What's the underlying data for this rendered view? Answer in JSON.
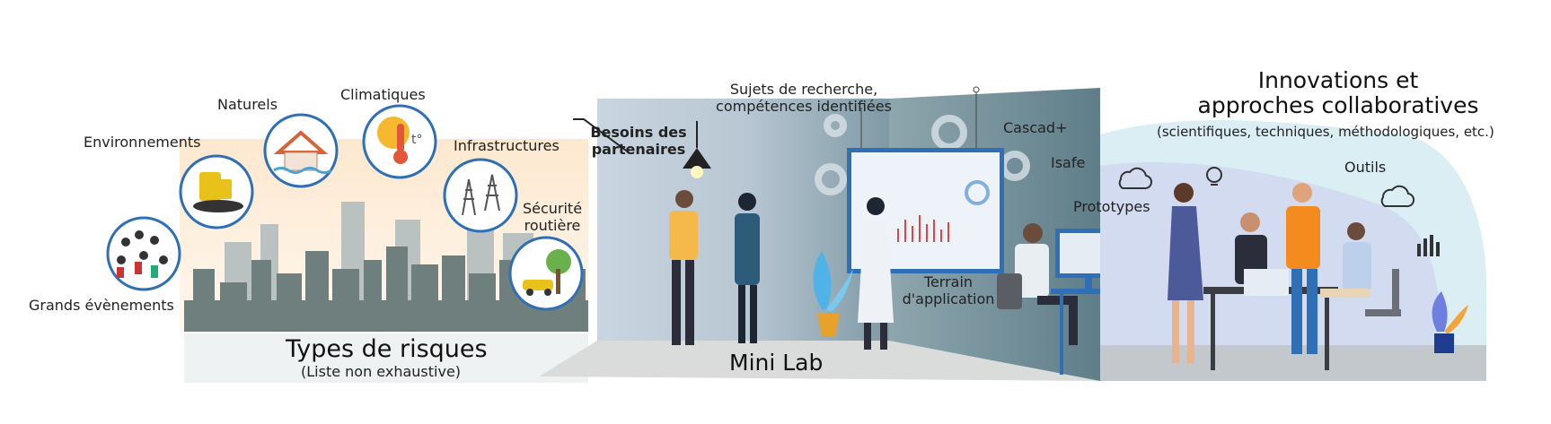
{
  "risks": {
    "title": "Types de risques",
    "subtitle": "(Liste non exhaustive)",
    "categories": {
      "environnements": "Environnements",
      "naturels": "Naturels",
      "climatiques": "Climatiques",
      "infrastructures": "Infrastructures",
      "securite_line1": "Sécurité",
      "securite_line2": "routière",
      "grands_evenements": "Grands évènements"
    }
  },
  "minilab": {
    "title": "Mini Lab",
    "besoins_line1": "Besoins des",
    "besoins_line2": "partenaires",
    "sujets_line1": "Sujets de recherche,",
    "sujets_line2": "compétences identifiées",
    "terrain_line1": "Terrain",
    "terrain_line2": "d'application",
    "cascad": "Cascad+",
    "isafe": "Isafe",
    "prototypes": "Prototypes"
  },
  "innovations": {
    "title_line1": "Innovations et",
    "title_line2": "approches collaboratives",
    "subtitle": "(scientifiques, techniques, méthodologiques, etc.)",
    "outils": "Outils"
  },
  "colors": {
    "accent_blue": "#2f6fb5",
    "city_gray": "#6f7f7e",
    "lab_teal": "#8fa9b3",
    "collab_blue": "#dbeef4"
  },
  "icons": [
    "crowd-icon",
    "oil-barrel-icon",
    "house-flood-icon",
    "thermometer-sun-icon",
    "power-pylon-icon",
    "car-tree-icon",
    "gear-icon",
    "lamp-icon",
    "plant-icon",
    "cloud-icon",
    "lightbulb-icon",
    "chart-icon"
  ]
}
